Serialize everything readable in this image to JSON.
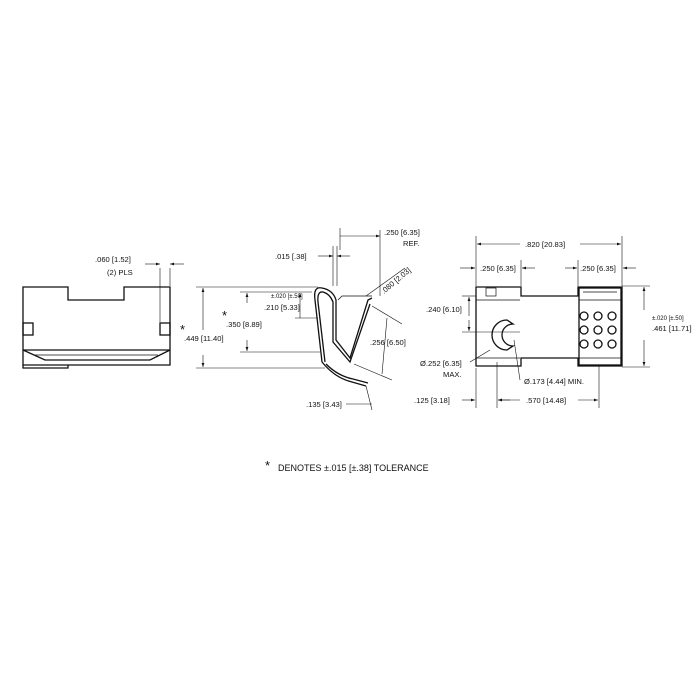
{
  "dims": {
    "slot_width": ".060 [1.52]",
    "slot_qty": "(2) PLS",
    "clip_thickness": ".015 [.38]",
    "overall_height_star": "*",
    "overall_height": ".449 [11.40]",
    "inner_height_star": "*",
    "inner_height": ".350 [8.89]",
    "upper_tol": "±.020 [±.50]",
    "upper_height": ".210 [5.33]",
    "top_ref": ".250 [6.35]",
    "top_ref_label": "REF.",
    "lip": ".080 [2.03]",
    "spring_width": ".256 [6.50]",
    "foot": ".135 [3.43]",
    "overall_length": ".820 [20.83]",
    "left_end": ".250 [6.35]",
    "right_end": ".250 [6.35]",
    "slot_height": ".240 [6.10]",
    "c_opening": "Ø.252 [6.35]",
    "c_opening_max": "MAX.",
    "hole": "Ø.173 [4.44] MIN.",
    "bottom_left": ".125 [3.18]",
    "bottom_span": ".570 [14.48]",
    "right_tol": "±.020 [±.50]",
    "right_height": ".461 [11.71]"
  },
  "note": {
    "star": "*",
    "text": "DENOTES ±.015 [±.38] TOLERANCE"
  }
}
